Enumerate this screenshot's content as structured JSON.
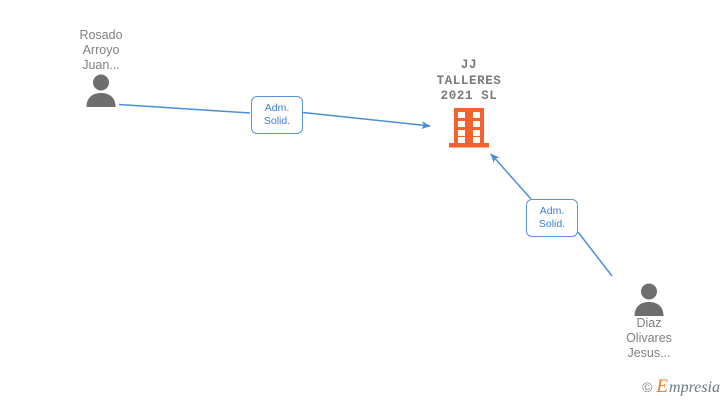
{
  "diagram": {
    "type": "corporate-relationship-graph",
    "background_color": "#ffffff",
    "colors": {
      "person_icon": "#6e6e6e",
      "person_text": "#808080",
      "company_icon": "#f4632e",
      "company_text": "#7a7a7a",
      "edge_line": "#4a8fd8",
      "edge_box_border": "#5a94d8",
      "edge_box_text": "#3b7dd8",
      "watermark_orange": "#ef7b21",
      "watermark_gray": "#6b7b84"
    },
    "company": {
      "name": "JJ\nTALLERES\n2021  SL",
      "icon": "office-building-icon"
    },
    "persons": [
      {
        "id": "person-rosado",
        "name": "Rosado\nArroyo\nJuan...",
        "icon": "person-silhouette-icon"
      },
      {
        "id": "person-diaz",
        "name": "Diaz\nOlivares\nJesus...",
        "icon": "person-silhouette-icon"
      }
    ],
    "edges": [
      {
        "id": "edge-rosado-company",
        "from": "person-rosado",
        "to": "company",
        "label": "Adm.\nSolid.",
        "arrow": "arrow-right"
      },
      {
        "id": "edge-diaz-company",
        "from": "person-diaz",
        "to": "company",
        "label": "Adm.\nSolid.",
        "arrow": "arrow-up-left"
      }
    ]
  },
  "watermark": {
    "copyright": "©",
    "brand_first": "E",
    "brand_rest": "mpresia"
  }
}
